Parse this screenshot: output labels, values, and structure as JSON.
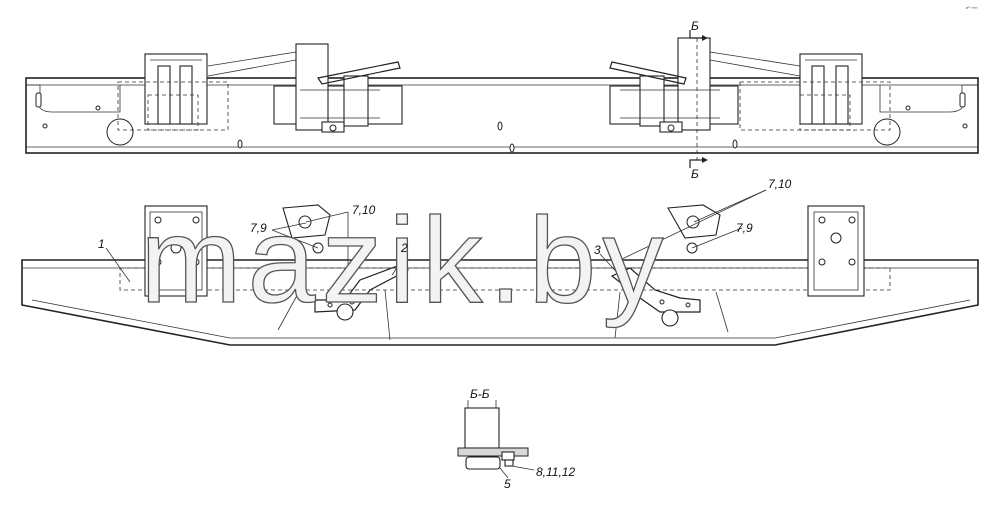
{
  "drawing": {
    "code": "ℯᵐ ∞∞",
    "watermark": "mazik.by",
    "section_marker": "Б",
    "section_marker_bottom": "Б",
    "section_title": "Б-Б",
    "callouts": {
      "c1": "1",
      "c2": "2",
      "c3": "3",
      "c5": "5",
      "c7_9_left": "7,9",
      "c7_10_left": "7,10",
      "c7_10_right": "7,10",
      "c7_9_right": "7,9",
      "c8_11_12": "8,11,12"
    }
  }
}
